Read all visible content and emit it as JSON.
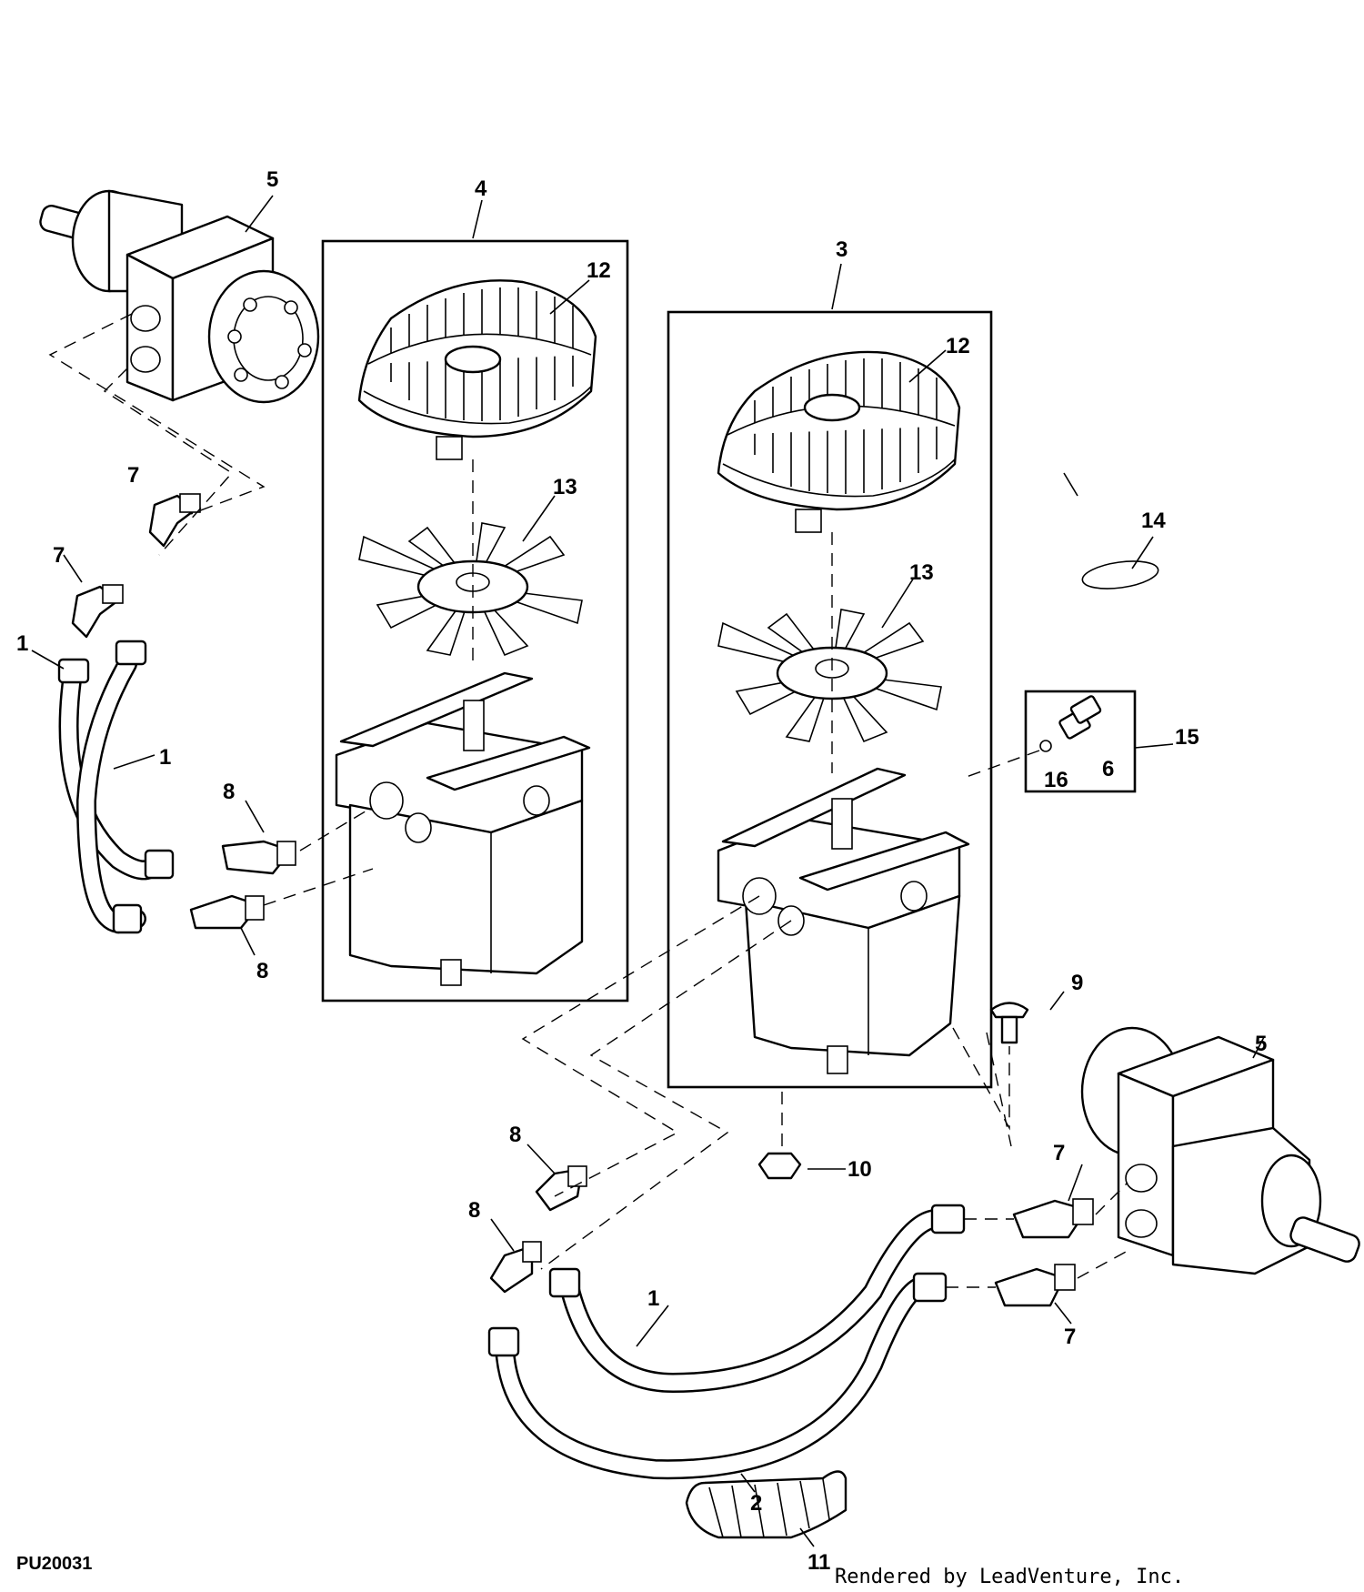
{
  "figure_id": "PU20031",
  "credit": "Rendered by LeadVenture, Inc.",
  "callouts": {
    "c1a": "1",
    "c1b": "1",
    "c1c": "1",
    "c2": "2",
    "c3": "3",
    "c4": "4",
    "c5a": "5",
    "c5b": "5",
    "c6": "6",
    "c7a": "7",
    "c7b": "7",
    "c7c": "7",
    "c7d": "7",
    "c8a": "8",
    "c8b": "8",
    "c8c": "8",
    "c8d": "8",
    "c9": "9",
    "c10": "10",
    "c11": "11",
    "c12a": "12",
    "c12b": "12",
    "c13a": "13",
    "c13b": "13",
    "c14": "14",
    "c15": "15",
    "c16": "16"
  }
}
